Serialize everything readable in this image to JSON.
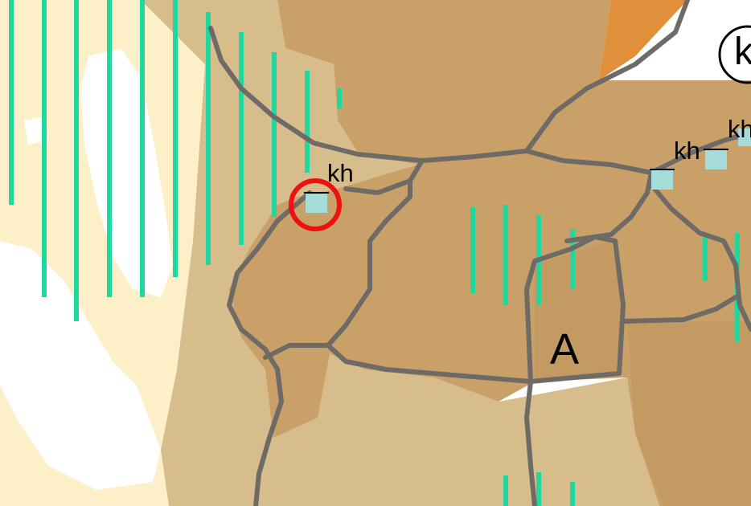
{
  "map": {
    "labels": {
      "kh_1": "kh",
      "kh_2": "kh",
      "kh_3": "kh",
      "area_a": "A",
      "circle_k": "k"
    },
    "colors": {
      "pale_yellow": "#fdf0c8",
      "tan_light": "#d7bc8c",
      "tan_mid": "#cba46b",
      "brown": "#c49a63",
      "orange": "#e0903a",
      "hatch_green": "#1ed8a0",
      "road_gray": "#6e6a66",
      "symbol_teal": "#a6dcd8",
      "highlight_red": "#ee1111"
    },
    "icons": {
      "circle_marker": "red-circle-highlight",
      "site_symbol": "teal-square-symbol"
    }
  }
}
